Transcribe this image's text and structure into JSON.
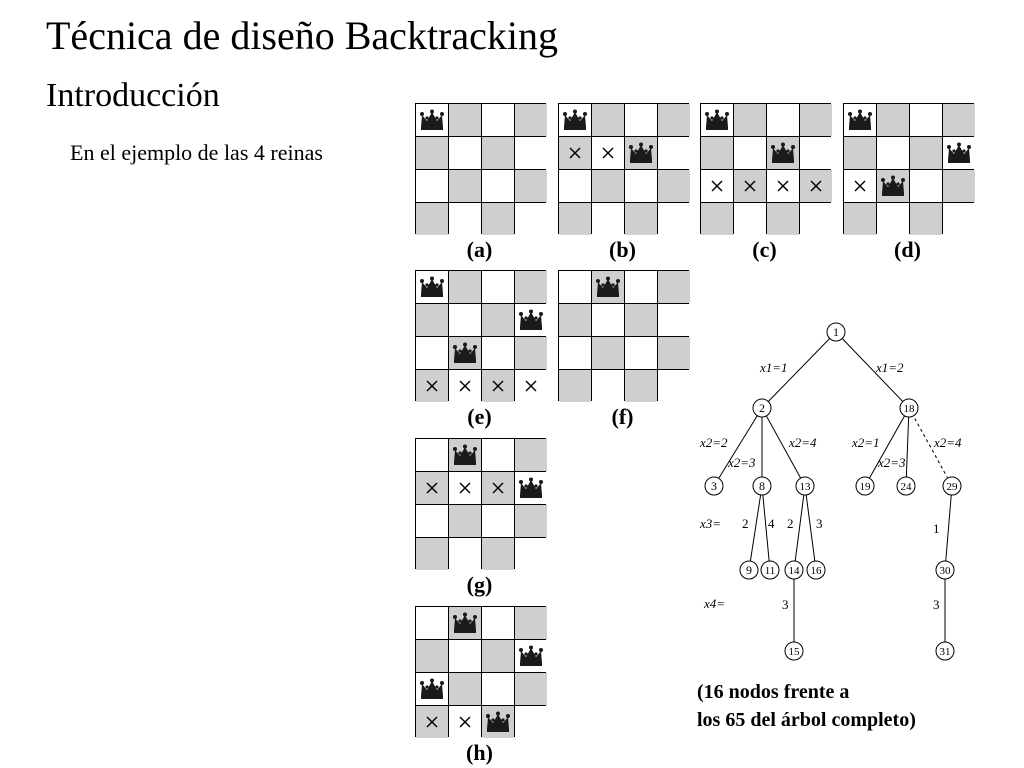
{
  "title": "Técnica de diseño Backtracking",
  "subtitle": "Introducción",
  "body_text": "En el ejemplo de las 4 reinas",
  "boards": [
    {
      "label": "(a)",
      "rows": [
        "Q...",
        "....",
        "....",
        "...."
      ]
    },
    {
      "label": "(b)",
      "rows": [
        "Q...",
        "xxQ.",
        "....",
        "...."
      ]
    },
    {
      "label": "(c)",
      "rows": [
        "Q...",
        "..Q.",
        "xxxx",
        "...."
      ]
    },
    {
      "label": "(d)",
      "rows": [
        "Q...",
        "...Q",
        "xQ..",
        "...."
      ]
    },
    {
      "label": "(e)",
      "rows": [
        "Q...",
        "...Q",
        ".Q..",
        "xxxx"
      ]
    },
    {
      "label": "(f)",
      "rows": [
        ".Q..",
        "....",
        "....",
        "...."
      ]
    },
    {
      "label": "(g)",
      "rows": [
        ".Q..",
        "xxxQ",
        "....",
        "...."
      ]
    },
    {
      "label": "(h)",
      "rows": [
        ".Q..",
        "...Q",
        "Q...",
        "xxQ."
      ]
    }
  ],
  "tree": {
    "nodes": [
      "1",
      "2",
      "18",
      "3",
      "8",
      "13",
      "19",
      "24",
      "29",
      "9",
      "11",
      "14",
      "16",
      "30",
      "15",
      "31"
    ],
    "edge_labels": [
      "x1=1",
      "x1=2",
      "x2=2",
      "x2=3",
      "x2=4",
      "x2=1",
      "x2=3",
      "x2=4",
      "2",
      "4",
      "2",
      "3",
      "1",
      "3",
      "3"
    ],
    "level_labels": [
      "x3=",
      "x4="
    ]
  },
  "note_lines": [
    "(16 nodos frente a",
    "los 65 del árbol completo)"
  ]
}
